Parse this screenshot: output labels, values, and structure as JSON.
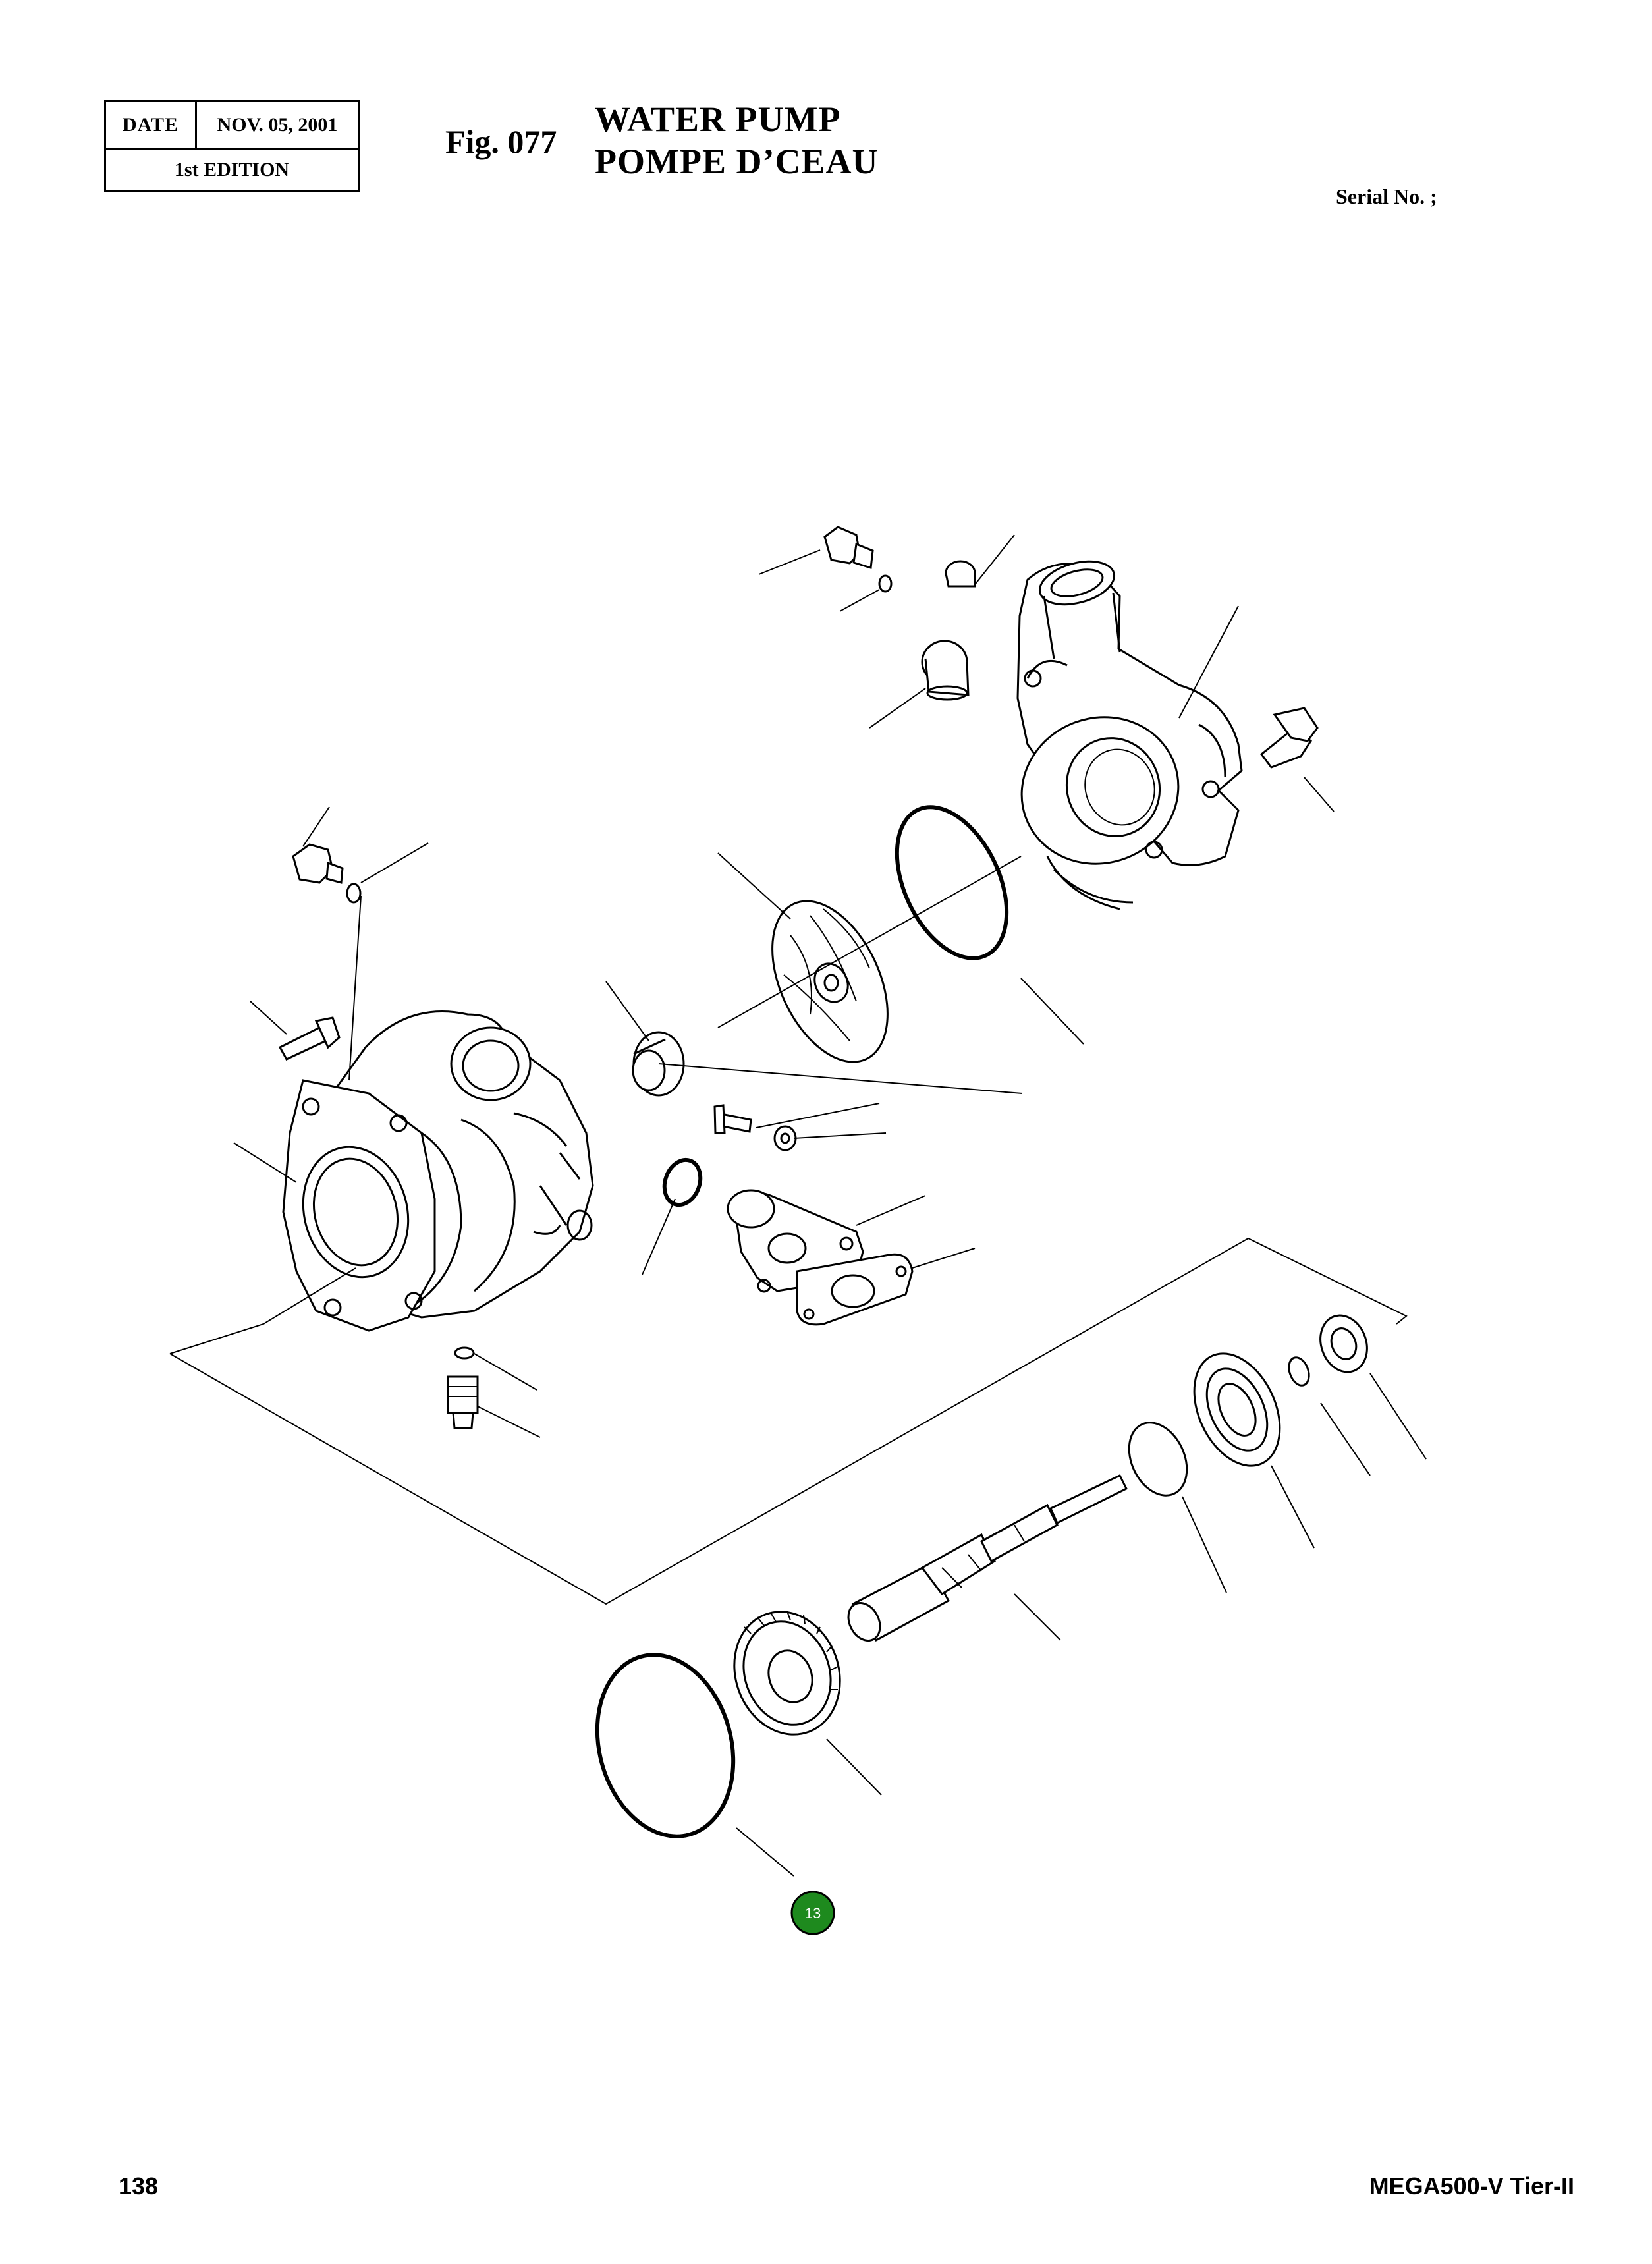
{
  "header": {
    "date_label": "DATE",
    "date_value": "NOV. 05, 2001",
    "edition": "1st EDITION",
    "figure_number": "Fig. 077",
    "title_en": "WATER PUMP",
    "title_fr": "POMPE D’CEAU",
    "serial": "Serial No. ;"
  },
  "diagram": {
    "callouts": [
      {
        "label": "13",
        "color": "#1e8a1e"
      }
    ]
  },
  "footer": {
    "page_number": "138",
    "model": "MEGA500-V Tier-II"
  }
}
